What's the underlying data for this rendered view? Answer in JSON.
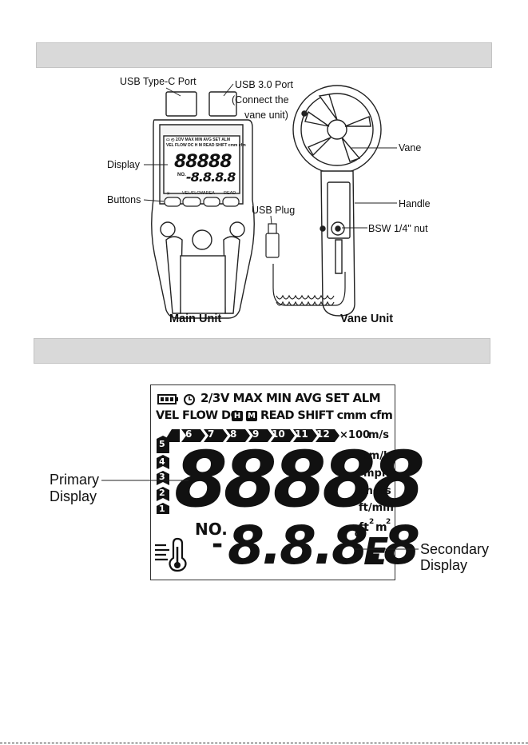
{
  "diagram": {
    "labels": {
      "usb_c_port": "USB Type-C Port",
      "usb3_port": "USB 3.0 Port",
      "connect_note_1": "(Connect the",
      "connect_note_2": "vane unit)",
      "display": "Display",
      "buttons": "Buttons",
      "usb_plug": "USB Plug",
      "vane": "Vane",
      "handle": "Handle",
      "nut": "BSW 1/4\" nut",
      "main_unit": "Main Unit",
      "vane_unit": "Vane Unit"
    },
    "device_buttons": [
      "☀",
      "VEL/FLOW",
      "AREA",
      "READ"
    ],
    "mini_lcd": {
      "row1": "▭ ◴ 2/3V MAX MIN AVG SET ALM",
      "row2": "VEL FLOW DC H M READ SHIFT cmm cfm",
      "digits": "88888",
      "secondary": "-8.8.8.8",
      "no": "NO."
    }
  },
  "lcd": {
    "row1": "2/3V MAX MIN AVG SET ALM",
    "row2": "VEL FLOW DC",
    "row2b": "READ SHIFT cmm cfm",
    "h_box": "H",
    "m_box": "M",
    "scale_left": [
      "5",
      "4",
      "3",
      "2",
      "1"
    ],
    "scale_top": [
      "6",
      "7",
      "8",
      "9",
      "10",
      "11",
      "12"
    ],
    "multiplier": "×100",
    "units": [
      "m/s",
      "km/h",
      "mph",
      "knots",
      "ft/min"
    ],
    "ft2": "ft",
    "m2": "m",
    "sup2": "2",
    "primary_digits": "88888",
    "no_label": "NO.",
    "minus": "-",
    "secondary_digits": "8.8.8.8",
    "degree": "°",
    "deg_unit": "E"
  },
  "callouts": {
    "primary_1": "Primary",
    "primary_2": "Display",
    "secondary_1": "Secondary",
    "secondary_2": "Display"
  }
}
